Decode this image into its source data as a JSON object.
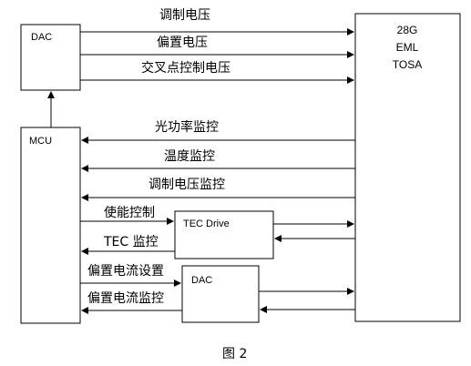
{
  "blocks": {
    "dac_top": "DAC",
    "mcu": "MCU",
    "tosa": [
      "28G",
      "EML",
      "TOSA"
    ],
    "tec_drive": "TEC Drive",
    "dac_bottom": "DAC"
  },
  "signals": {
    "mod_voltage": "调制电压",
    "bias_voltage": "偏置电压",
    "cross_voltage": "交叉点控制电压",
    "optical_power_monitor": "光功率监控",
    "temperature_monitor": "温度监控",
    "mod_voltage_monitor": "调制电压监控",
    "enable_control": "使能控制",
    "tec_monitor": "TEC 监控",
    "bias_current_set": "偏置电流设置",
    "bias_current_monitor": "偏置电流监控"
  },
  "caption": "图 2"
}
